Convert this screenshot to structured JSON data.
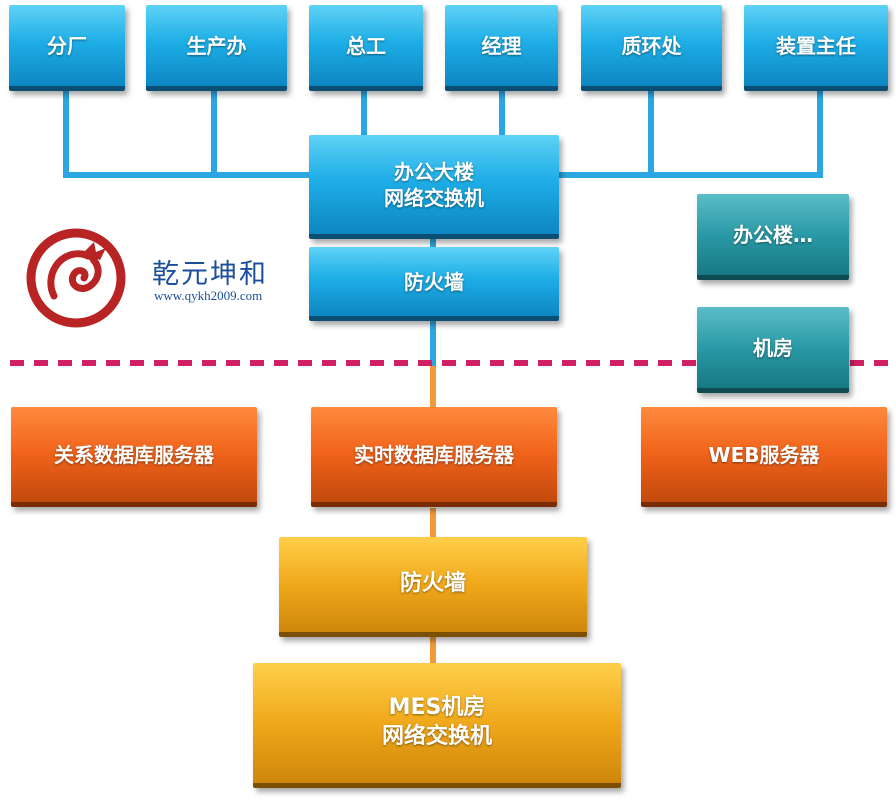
{
  "top_departments": [
    "分厂",
    "生产办",
    "总工",
    "经理",
    "质环处",
    "装置主任"
  ],
  "office_switch": [
    "办公大楼",
    "网络交换机"
  ],
  "firewall_top": "防火墙",
  "office_building": "办公楼…",
  "machine_room": "机房",
  "logo": {
    "name": "乾元坤和",
    "url": "www.qykh2009.com"
  },
  "servers": [
    "关系数据库服务器",
    "实时数据库服务器",
    "WEB服务器"
  ],
  "firewall_bottom": "防火墙",
  "mes_switch": [
    "MES机房",
    "网络交换机"
  ],
  "colors": {
    "blue_box": "#1eaee6",
    "teal_box": "#2a9aa6",
    "orange_box": "#f0621a",
    "gold_box": "#f0a81a",
    "dashed_divider": "#d11f63",
    "connector_blue": "#2aa7e0",
    "connector_orange": "#f29a3a",
    "logo_red": "#b82323",
    "logo_text": "#1b4f9c"
  }
}
